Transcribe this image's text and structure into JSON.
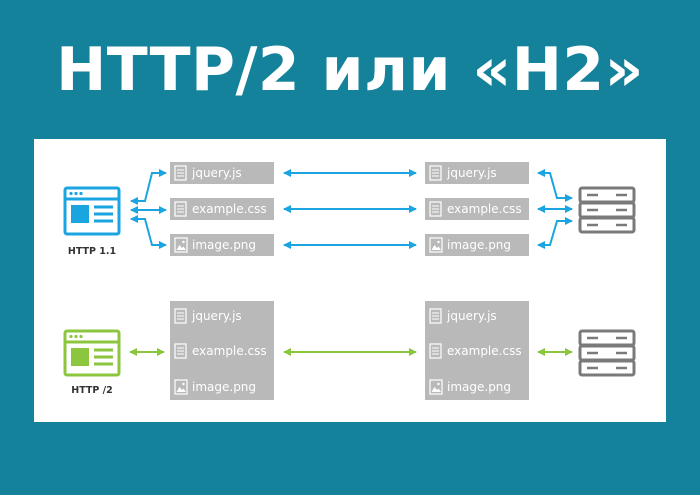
{
  "title": "HTTP/2 или «H2»",
  "colors": {
    "background": "#14829a",
    "panel": "#ffffff",
    "http1_accent": "#1aa4e0",
    "http2_accent": "#8cc63f",
    "file_box": "#b9b9b9",
    "server": "#7a7a7a"
  },
  "http1": {
    "label": "HTTP 1.1",
    "client_icon": "browser-window-icon",
    "server_icon": "server-rack-icon",
    "client_files": [
      "jquery.js",
      "example.css",
      "image.png"
    ],
    "server_files": [
      "jquery.js",
      "example.css",
      "image.png"
    ]
  },
  "http2": {
    "label": "HTTP /2",
    "client_icon": "browser-window-icon",
    "server_icon": "server-rack-icon",
    "client_files": [
      "jquery.js",
      "example.css",
      "image.png"
    ],
    "server_files": [
      "jquery.js",
      "example.css",
      "image.png"
    ]
  }
}
